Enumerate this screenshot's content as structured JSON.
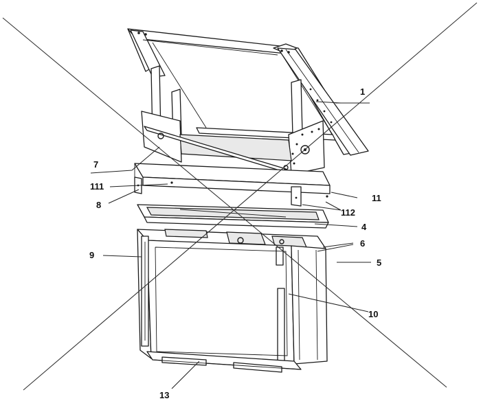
{
  "labels": {
    "l1": "1",
    "l4": "4",
    "l5": "5",
    "l6": "6",
    "l7": "7",
    "l8": "8",
    "l9": "9",
    "l10": "10",
    "l11": "11",
    "l13": "13",
    "l111": "111",
    "l112": "112"
  }
}
